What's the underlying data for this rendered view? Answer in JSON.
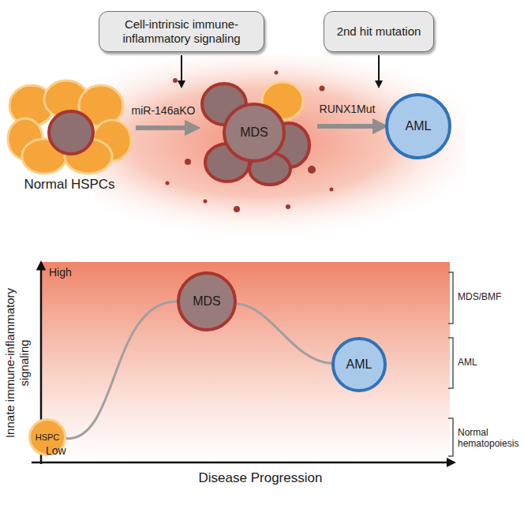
{
  "diagram": {
    "nodes": [
      {
        "text": [
          "Cell-intrinsic immune-inflammatory signaling"
        ]
      },
      {
        "text": [
          "2nd hit mutation"
        ]
      },
      {
        "text": [
          "Normal HSPCs"
        ]
      },
      {
        "text": [
          "MDS"
        ]
      },
      {
        "text": [
          "AML"
        ]
      },
      {
        "text": [
          "HSPC"
        ]
      },
      {
        "text": [
          "MDS"
        ]
      },
      {
        "text": [
          "AML"
        ]
      }
    ],
    "edges": [
      {
        "from": 2,
        "to": 3,
        "arrow": "to",
        "label": "miR-146aKO"
      },
      {
        "from": 3,
        "to": 4,
        "arrow": "to",
        "label": "RUNX1Mut"
      },
      {
        "from": 5,
        "to": 6,
        "arrow": "none"
      },
      {
        "from": 6,
        "to": 7,
        "arrow": "none"
      }
    ],
    "labels": [
      "High",
      "Low",
      "Innate immune-inflammatory signaling",
      "Disease Progression",
      "MDS/BMF",
      "AML",
      "Normal hematopoiesis"
    ]
  }
}
